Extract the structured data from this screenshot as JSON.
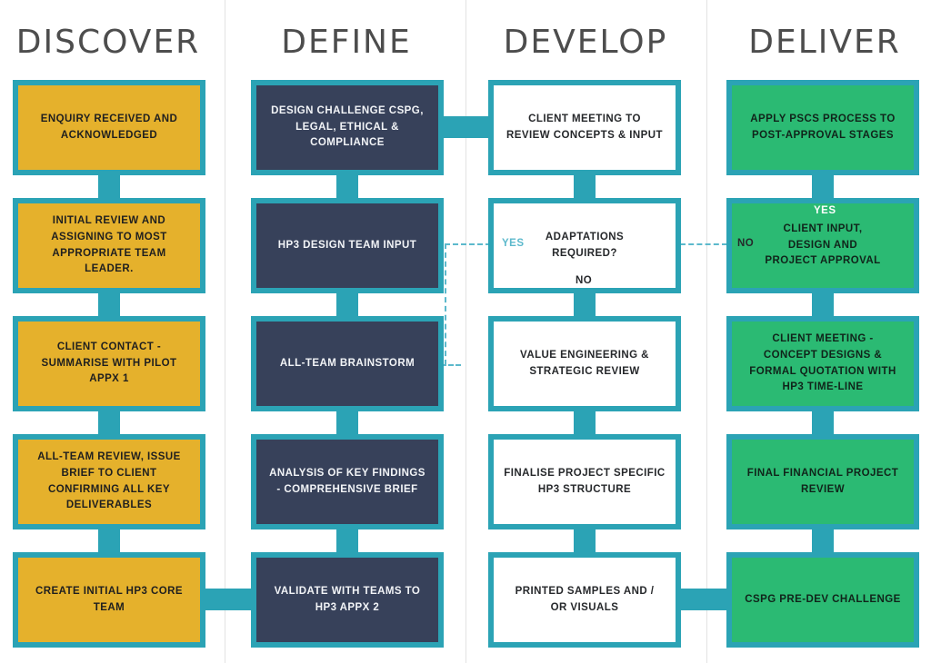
{
  "colors": {
    "teal": "#2BA3B5",
    "teal_light": "#5CB9CC",
    "gold": "#E5B12C",
    "navy": "#37415A",
    "green": "#2BBA73",
    "white": "#FFFFFF",
    "heading_gray": "#4D4D4D",
    "divider_gray": "#E2E2E2"
  },
  "chart_data": {
    "type": "diagram",
    "title": "Double Diamond Design Process Flowchart",
    "columns": [
      "DISCOVER",
      "DEFINE",
      "DEVELOP",
      "DELIVER"
    ],
    "rows": 5
  },
  "columns": [
    {
      "id": "discover",
      "heading": "DISCOVER",
      "style": "gold",
      "steps": [
        "ENQUIRY RECEIVED AND\nACKNOWLEDGED",
        "INITIAL REVIEW AND\nASSIGNING TO MOST\nAPPROPRIATE TEAM\nLEADER.",
        "CLIENT CONTACT -\nSUMMARISE WITH PILOT\nAPPX 1",
        "ALL-TEAM REVIEW, ISSUE\nBRIEF TO CLIENT\nCONFIRMING ALL KEY\nDELIVERABLES",
        "CREATE INITIAL HP3 CORE\nTEAM"
      ]
    },
    {
      "id": "define",
      "heading": "DEFINE",
      "style": "navy",
      "steps": [
        "DESIGN CHALLENGE CSPG,\nLEGAL, ETHICAL &\nCOMPLIANCE",
        "HP3 DESIGN TEAM INPUT",
        "ALL-TEAM BRAINSTORM",
        "ANALYSIS OF KEY FINDINGS\n- COMPREHENSIVE BRIEF",
        "VALIDATE WITH TEAMS TO\nHP3 APPX 2"
      ]
    },
    {
      "id": "develop",
      "heading": "DEVELOP",
      "style": "plain",
      "steps": [
        "CLIENT MEETING TO\nREVIEW CONCEPTS & INPUT",
        "ADAPTATIONS\nREQUIRED?",
        "VALUE ENGINEERING &\nSTRATEGIC REVIEW",
        "FINALISE PROJECT SPECIFIC\nHP3 STRUCTURE",
        "PRINTED SAMPLES AND  /\nOR VISUALS"
      ]
    },
    {
      "id": "deliver",
      "heading": "DELIVER",
      "style": "green",
      "steps": [
        "APPLY PSCS PROCESS TO\nPOST-APPROVAL STAGES",
        "CLIENT INPUT,\nDESIGN AND\nPROJECT APPROVAL",
        "CLIENT MEETING -\nCONCEPT DESIGNS &\nFORMAL QUOTATION WITH\nHP3 TIME-LINE",
        "FINAL FINANCIAL PROJECT\nREVIEW",
        "CSPG PRE-DEV CHALLENGE"
      ]
    }
  ],
  "decision_labels": {
    "develop_yes": "YES",
    "develop_no": "NO",
    "deliver_no": "NO",
    "deliver_yes": "YES"
  }
}
